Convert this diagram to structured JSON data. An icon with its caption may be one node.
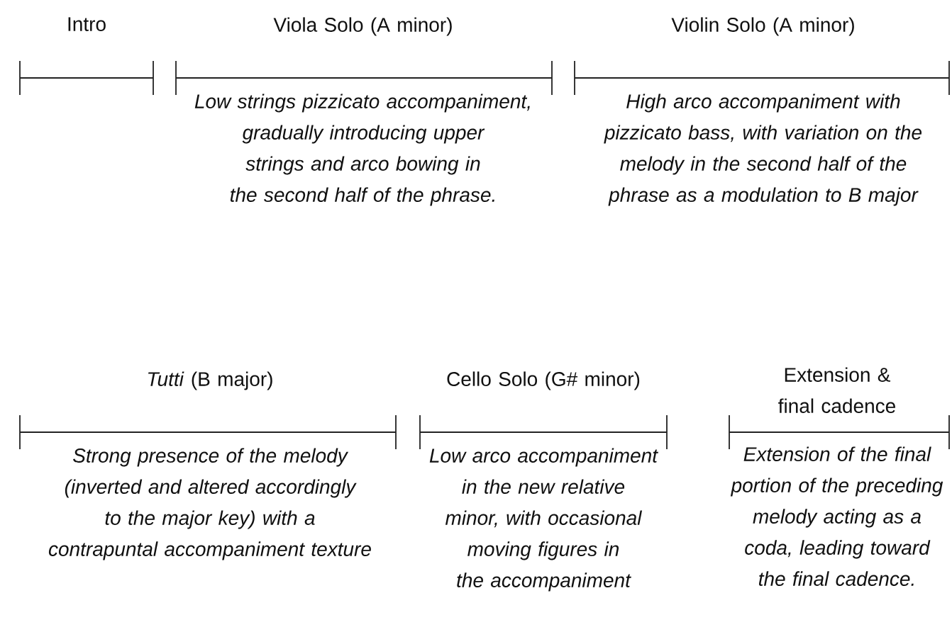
{
  "diagram": {
    "nodes": [
      {
        "text": [
          "Intro"
        ]
      },
      {
        "text": [
          "Viola Solo (A minor)",
          "Low strings pizzicato accompaniment, gradually introducing upper strings and arco bowing in the second half of the phrase."
        ]
      },
      {
        "text": [
          "Violin Solo (A minor)",
          "High arco accompaniment with pizzicato bass, with variation on the melody in the second half of the phrase as a modulation to B major"
        ]
      },
      {
        "text": [
          "*Tutti* (B major)",
          "Strong presence of the melody (inverted and altered accordingly to the major key) with a contrapuntal accompaniment texture"
        ]
      },
      {
        "text": [
          "Cello Solo (G# minor)",
          "Low arco accompaniment in the new relative minor, with occasional moving figures in the accompaniment"
        ]
      },
      {
        "text": [
          "Extension & final cadence",
          "Extension of the final portion of the preceding melody acting as a coda, leading toward the final cadence."
        ]
      }
    ]
  }
}
